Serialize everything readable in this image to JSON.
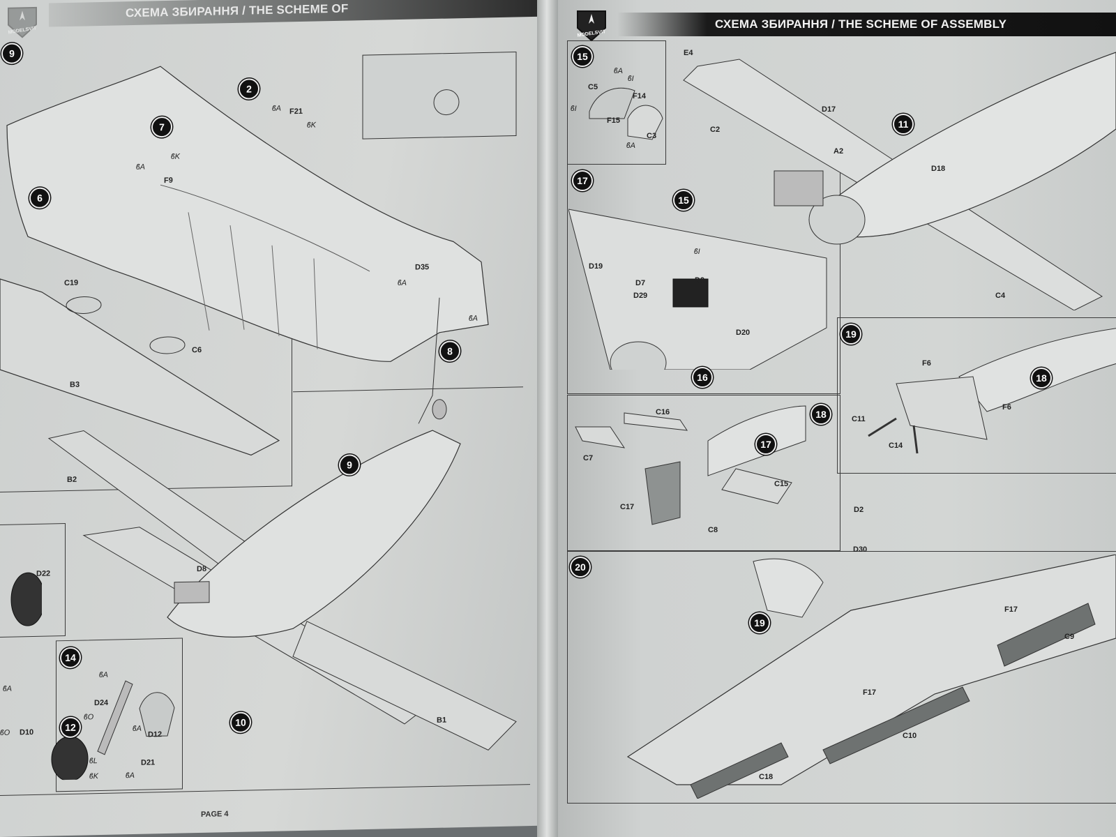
{
  "header": {
    "title": "СХЕМА ЗБИРАННЯ / THE SCHEME OF ASSEMBLY",
    "title_left_visible": "СХЕМА ЗБИРАННЯ / THE SCHEME OF",
    "logo_text": "MODELSVIT"
  },
  "left_page": {
    "footer": "PAGE 4",
    "steps": [
      "9",
      "2",
      "7",
      "6",
      "8",
      "9",
      "10",
      "14",
      "12"
    ],
    "parts": [
      "F21",
      "F9",
      "D35",
      "C19",
      "C6",
      "B3",
      "B2",
      "D8",
      "D22",
      "B1",
      "D24",
      "D12",
      "D21",
      "D10"
    ],
    "paint_marks": [
      "A",
      "K",
      "A",
      "K",
      "A",
      "A",
      "A",
      "O",
      "A",
      "L",
      "K",
      "A",
      "A",
      "O"
    ]
  },
  "right_page": {
    "panels": [
      {
        "step": "15",
        "parts": [
          "C5",
          "F14",
          "F15",
          "C3"
        ],
        "paint": [
          "A",
          "I",
          "I",
          "A"
        ]
      },
      {
        "step": "11",
        "parts": [
          "E4",
          "C2",
          "D17",
          "A2",
          "D18",
          "C4"
        ]
      },
      {
        "step": "17",
        "parts": [
          "D19",
          "D7",
          "D29",
          "D9",
          "D20"
        ],
        "refs": [
          "15",
          "16"
        ],
        "paint": [
          "I"
        ]
      },
      {
        "step": "19",
        "parts": [
          "F6",
          "F6",
          "C11",
          "C14"
        ],
        "refs": [
          "18"
        ]
      },
      {
        "step": "18",
        "parts": [
          "C16",
          "C7",
          "C15",
          "C17",
          "C8"
        ],
        "refs": [
          "17"
        ]
      },
      {
        "step": "20",
        "parts": [
          "D2",
          "D30",
          "F17",
          "C9",
          "F17",
          "C10",
          "C18"
        ],
        "refs": [
          "19"
        ]
      }
    ]
  },
  "colors": {
    "page": "#d0d3d2",
    "header_band": "#111111",
    "ink": "#222222"
  }
}
